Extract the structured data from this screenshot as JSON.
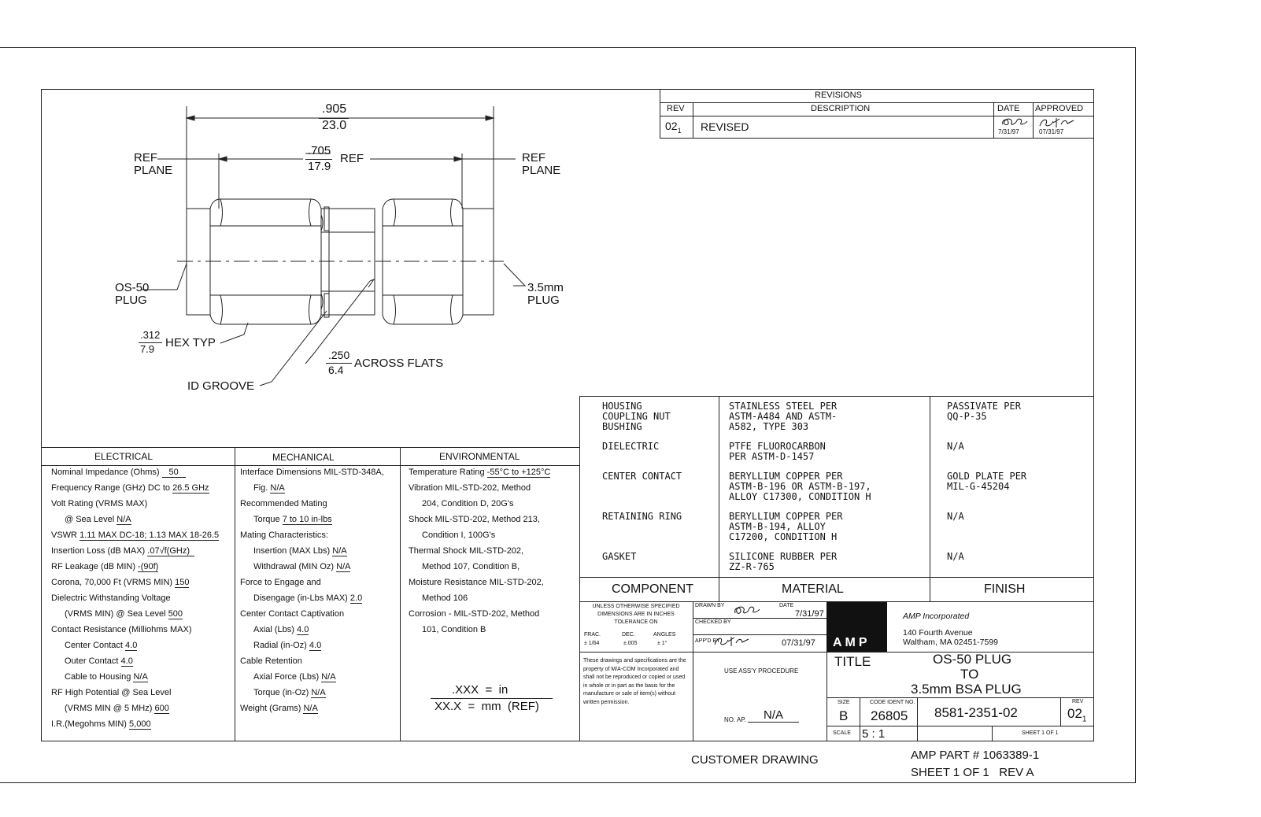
{
  "revisions": {
    "header": "REVISIONS",
    "columns": [
      "REV",
      "DESCRIPTION",
      "DATE",
      "APPROVED"
    ],
    "rows": [
      {
        "rev": "02",
        "rev_sub": "1",
        "description": "REVISED",
        "date": "7/31/97",
        "approved": "07/31/97"
      }
    ]
  },
  "drawing": {
    "overall_in": ".905",
    "overall_mm": "23.0",
    "ref_in": ".705",
    "ref_mm": "17.9",
    "ref_label": "REF",
    "ref_plane_left_1": "REF",
    "ref_plane_left_2": "PLANE",
    "ref_plane_right_1": "REF",
    "ref_plane_right_2": "PLANE",
    "left_plug_1": "OS-50",
    "left_plug_2": "PLUG",
    "right_plug_1": "3.5mm",
    "right_plug_2": "PLUG",
    "hex_in": ".312",
    "hex_mm": "7.9",
    "hex_label": "HEX TYP",
    "flats_in": ".250",
    "flats_mm": "6.4",
    "flats_label": "ACROSS FLATS",
    "groove_label": "ID GROOVE"
  },
  "electrical": {
    "header": "ELECTRICAL",
    "lines": [
      {
        "label": "Nominal Impedance (Ohms)",
        "value": "50"
      },
      {
        "label": "Frequency Range (GHz) DC to",
        "value": "26.5 GHz"
      },
      {
        "label": "Volt Rating (VRMS MAX)",
        "value": ""
      },
      {
        "label": "@ Sea Level",
        "value": "N/A"
      },
      {
        "label": "VSWR",
        "value": "1.11 MAX DC-18; 1.13 MAX 18-26.5"
      },
      {
        "label": "Insertion Loss (dB MAX)",
        "value": ".07√f(GHz)"
      },
      {
        "label": "RF Leakage (dB MIN)",
        "value": "-(90f)"
      },
      {
        "label": "Corona, 70,000 Ft (VRMS MIN)",
        "value": "150"
      },
      {
        "label": "Dielectric Withstanding Voltage",
        "value": ""
      },
      {
        "label": "(VRMS MIN) @ Sea Level",
        "value": "500"
      },
      {
        "label": "Contact Resistance (Milliohms MAX)",
        "value": ""
      },
      {
        "label": "Center Contact",
        "value": "4.0"
      },
      {
        "label": "Outer Contact",
        "value": "4.0"
      },
      {
        "label": "Cable to Housing",
        "value": "N/A"
      },
      {
        "label": "RF High Potential @ Sea Level",
        "value": ""
      },
      {
        "label": "(VRMS MIN @ 5 MHz)",
        "value": "600"
      },
      {
        "label": "I.R.(Megohms MIN)",
        "value": "5,000"
      }
    ]
  },
  "mechanical": {
    "header": "MECHANICAL",
    "lines": [
      {
        "label": "Interface Dimensions MIL-STD-348A,",
        "value": ""
      },
      {
        "label": "Fig.",
        "value": "N/A"
      },
      {
        "label": "Recommended Mating",
        "value": ""
      },
      {
        "label": "Torque",
        "value": "7 to 10 in-lbs"
      },
      {
        "label": "Mating Characteristics:",
        "value": ""
      },
      {
        "label": "Insertion (MAX Lbs)",
        "value": "N/A"
      },
      {
        "label": "Withdrawal (MIN Oz)",
        "value": "N/A"
      },
      {
        "label": "Force to Engage and",
        "value": ""
      },
      {
        "label": "Disengage (in-Lbs MAX)",
        "value": "2.0"
      },
      {
        "label": "Center Contact Captivation",
        "value": ""
      },
      {
        "label": "Axial (Lbs)",
        "value": "4.0"
      },
      {
        "label": "Radial (in-Oz)",
        "value": "4.0"
      },
      {
        "label": "Cable Retention",
        "value": ""
      },
      {
        "label": "Axial Force (Lbs)",
        "value": "N/A"
      },
      {
        "label": "Torque (in-Oz)",
        "value": "N/A"
      },
      {
        "label": "Weight (Grams)",
        "value": "N/A"
      }
    ]
  },
  "environmental": {
    "header": "ENVIRONMENTAL",
    "lines": [
      {
        "label": "Temperature Rating",
        "value": "-55°C to +125°C"
      },
      {
        "label": "Vibration MIL-STD-202, Method",
        "value": ""
      },
      {
        "label": "204, Condition D, 20G's",
        "value": ""
      },
      {
        "label": "Shock MIL-STD-202, Method 213,",
        "value": ""
      },
      {
        "label": "Condition I, 100G's",
        "value": ""
      },
      {
        "label": "Thermal Shock MIL-STD-202,",
        "value": ""
      },
      {
        "label": "Method 107, Condition B,",
        "value": ""
      },
      {
        "label": "Moisture Resistance MIL-STD-202,",
        "value": ""
      },
      {
        "label": "Method 106",
        "value": ""
      },
      {
        "label": "Corrosion - MIL-STD-202, Method",
        "value": ""
      },
      {
        "label": "101, Condition B",
        "value": ""
      }
    ],
    "units_in": ".XXX  =  in",
    "units_mm": "XX.X  =  mm  (REF)"
  },
  "materials": {
    "rows": [
      {
        "component": "HOUSING\nCOUPLING NUT\nBUSHING",
        "material": "STAINLESS STEEL PER\nASTM-A484 AND ASTM-\nA582, TYPE 303",
        "finish": "PASSIVATE PER\nQQ-P-35"
      },
      {
        "component": "DIELECTRIC",
        "material": "PTFE FLUOROCARBON\nPER ASTM-D-1457",
        "finish": "N/A"
      },
      {
        "component": "CENTER CONTACT",
        "material": "BERYLLIUM COPPER PER\nASTM-B-196 OR ASTM-B-197,\nALLOY C17300, CONDITION H",
        "finish": "GOLD PLATE PER\nMIL-G-45204"
      },
      {
        "component": "RETAINING RING",
        "material": "BERYLLIUM COPPER PER\nASTM-B-194, ALLOY\nC17200, CONDITION H",
        "finish": "N/A"
      },
      {
        "component": "GASKET",
        "material": "SILICONE RUBBER PER\nZZ-R-765",
        "finish": "N/A"
      }
    ],
    "headers": {
      "component": "COMPONENT",
      "material": "MATERIAL",
      "finish": "FINISH"
    }
  },
  "title_block": {
    "tolerance_1": "UNLESS OTHERWISE SPECIFIED",
    "tolerance_2": "DIMENSIONS ARE IN INCHES",
    "tolerance_3": "TOLERANCE ON",
    "tol_frac": "FRAC.",
    "tol_dec": "DEC.",
    "tol_angles": "ANGLES",
    "tol_frac_v": "± 1/64",
    "tol_dec_v": "±.005",
    "tol_angles_v": "± 1°",
    "drawn_by": "DRAWN BY",
    "date_label": "DATE",
    "drawn_date": "7/31/97",
    "checked_by": "CHECKED BY",
    "appd_by": "APP'D BY",
    "appd_date": "07/31/97",
    "company": "AMP Incorporated",
    "address_1": "140 Fourth Avenue",
    "address_2": "Waltham, MA 02451-7599",
    "logo": "AMP",
    "title_label": "TITLE",
    "title_1": "OS-50 PLUG",
    "title_2": "TO",
    "title_3": "3.5mm BSA PLUG",
    "property_note": "These drawings and specifications are the property of M/A-COM Incorporated and shall not be reproduced or copied or used in whole or in part as the basis for the manufacture or sale of item(s) without written permission.",
    "procedure": "USE ASS'Y PROCEDURE",
    "no_ap_label": "NO. AP.",
    "no_ap_value": "N/A",
    "size_label": "SIZE",
    "size": "B",
    "code_ident_label": "CODE IDENT NO.",
    "code_ident": "26805",
    "drawing_no": "8581-2351-02",
    "rev_label": "REV",
    "rev": "02",
    "rev_sub": "1",
    "scale_label": "SCALE",
    "scale": "5 : 1",
    "sheet": "SHEET 1 OF 1"
  },
  "footer": {
    "customer": "CUSTOMER DRAWING",
    "amp_part": "AMP PART # 1063389-1",
    "sheet_rev": "SHEET 1 OF 1   REV A"
  }
}
